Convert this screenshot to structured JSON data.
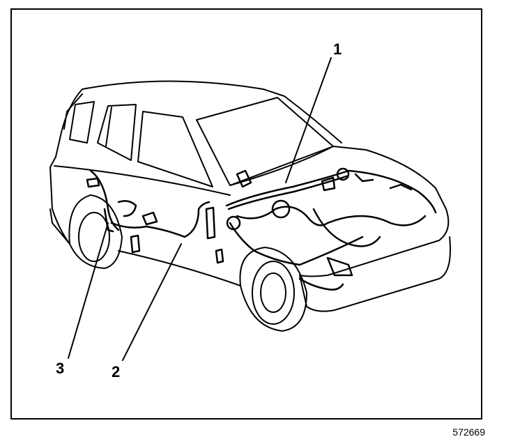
{
  "figure": {
    "id_number": "572669",
    "callouts": [
      {
        "label": "1"
      },
      {
        "label": "2"
      },
      {
        "label": "3"
      }
    ]
  }
}
